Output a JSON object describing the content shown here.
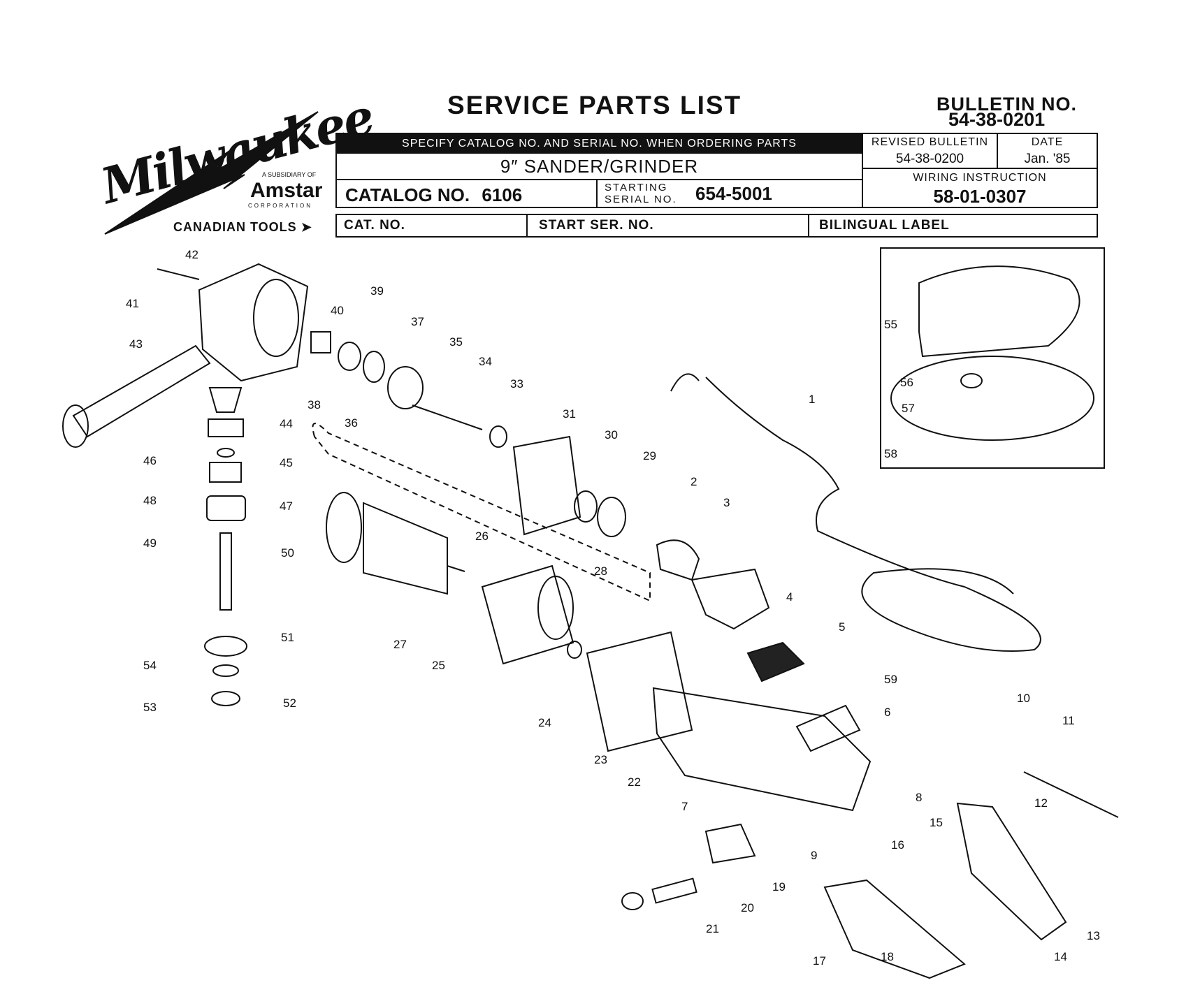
{
  "brand": {
    "logo_text": "Milwaukee",
    "subsidiary_of": "A SUBSIDIARY OF",
    "parent": "Amstar",
    "parent_suffix": "CORPORATION"
  },
  "header": {
    "title": "SERVICE PARTS LIST",
    "bulletin_label": "BULLETIN NO.",
    "bulletin_no": "54-38-0201",
    "specify_note": "SPECIFY CATALOG NO. AND SERIAL NO. WHEN ORDERING PARTS",
    "product": "9″ SANDER/GRINDER",
    "catalog_label": "CATALOG NO.",
    "catalog_no": "6106",
    "starting_label": "STARTING",
    "serial_label": "SERIAL NO.",
    "serial_no": "654-5001",
    "revised_label": "REVISED BULLETIN",
    "revised_no": "54-38-0200",
    "date_label": "DATE",
    "date": "Jan. '85",
    "wiring_label": "WIRING INSTRUCTION",
    "wiring_no": "58-01-0307"
  },
  "canadian": {
    "label": "CANADIAN TOOLS",
    "cat_no": "CAT. NO.",
    "start_ser": "START SER. NO.",
    "bilingual": "BILINGUAL LABEL"
  },
  "part_numbers": [
    "1",
    "2",
    "3",
    "4",
    "5",
    "6",
    "7",
    "8",
    "9",
    "10",
    "11",
    "12",
    "13",
    "14",
    "15",
    "16",
    "17",
    "18",
    "19",
    "20",
    "21",
    "22",
    "23",
    "24",
    "25",
    "26",
    "27",
    "28",
    "29",
    "30",
    "31",
    "33",
    "34",
    "35",
    "36",
    "37",
    "38",
    "39",
    "40",
    "41",
    "42",
    "43",
    "44",
    "45",
    "46",
    "47",
    "48",
    "49",
    "50",
    "51",
    "52",
    "53",
    "54",
    "55",
    "56",
    "57",
    "58",
    "59"
  ]
}
